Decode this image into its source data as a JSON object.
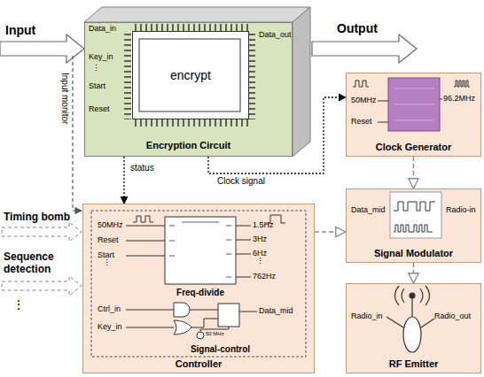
{
  "diagram": {
    "nodes": [
      {
        "text": [
          "Encryption Circuit"
        ]
      },
      {
        "text": [
          "encrypt"
        ],
        "in": 0
      },
      {
        "text": [
          "Controller"
        ]
      },
      {
        "text": [
          "Freq-divide"
        ],
        "in": 2
      },
      {
        "text": [
          "Signal-control"
        ],
        "in": 2
      },
      {
        "text": [
          "Clock Generator"
        ]
      },
      {
        "text": [
          "Signal Modulator"
        ]
      },
      {
        "text": [
          "RF Emitter"
        ]
      }
    ],
    "edges": [
      {
        "from": 0,
        "to": 2,
        "label": "status",
        "arrow": "to"
      },
      {
        "from": 0,
        "to": 5,
        "label": "Clock signal",
        "arrow": "to"
      },
      {
        "from": 2,
        "to": 6,
        "arrow": "to"
      },
      {
        "from": 5,
        "to": 6,
        "arrow": "to"
      },
      {
        "from": 6,
        "to": 7,
        "arrow": "to"
      }
    ],
    "labels": [
      "Input",
      "Output",
      "Data_in",
      "Key_in",
      "Start",
      "Reset",
      "Data_out",
      "Input monitor",
      "50MHz",
      "Reset",
      "96.2MHz",
      "Timing bomb",
      "Sequence detection",
      "⋮",
      "50MHz",
      "Reset",
      "Start",
      "⋮",
      "1.5Hz",
      "3Hz",
      "6Hz",
      "⋮",
      "762Hz",
      "Ctrl_in",
      "Key_in",
      "Data_mid",
      "50 MHz",
      "Data_mid",
      "Radio-in",
      "Radio_in",
      "Radio_out",
      "⋮"
    ]
  }
}
